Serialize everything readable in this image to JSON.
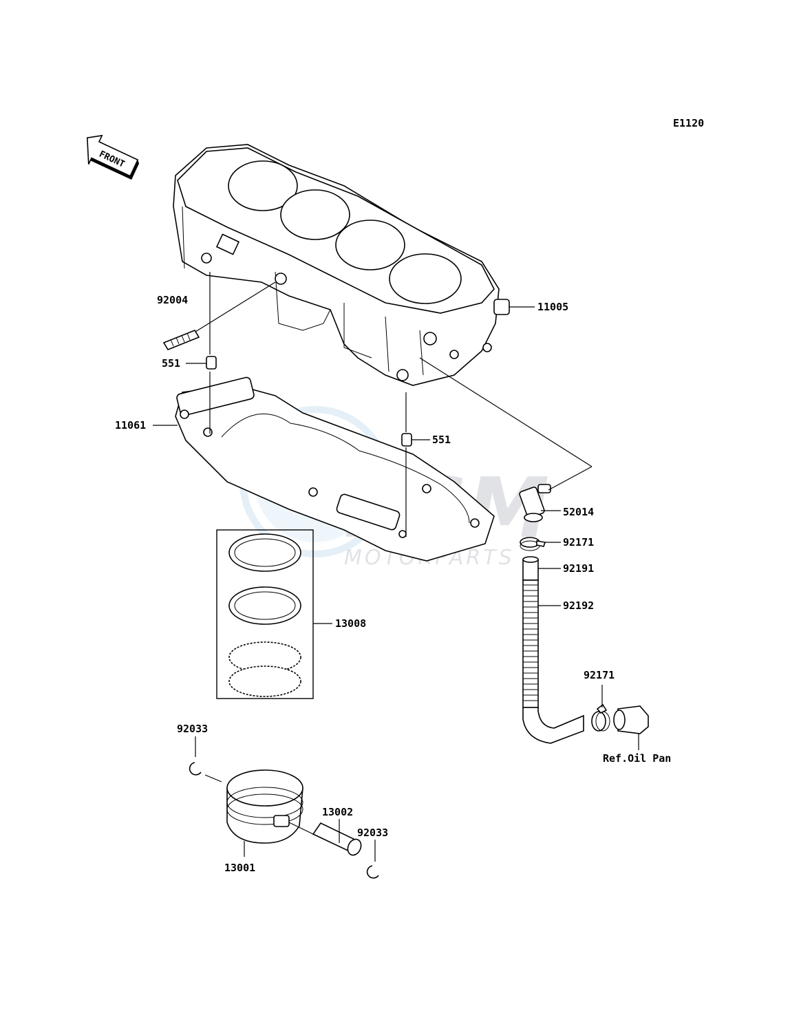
{
  "diagram_code": "E1120",
  "front_arrow_label": "FRONT",
  "watermark": {
    "logo": "RSM",
    "sub": "MOTORPARTS"
  },
  "labels": {
    "p11005": "11005",
    "p92004": "92004",
    "p551a": "551",
    "p551b": "551",
    "p11061": "11061",
    "p52014": "52014",
    "p92171a": "92171",
    "p92191": "92191",
    "p92192": "92192",
    "p13008": "13008",
    "p92171b": "92171",
    "ref_oil_pan": "Ref.Oil Pan",
    "p92033a": "92033",
    "p13002": "13002",
    "p92033b": "92033",
    "p13001": "13001"
  }
}
